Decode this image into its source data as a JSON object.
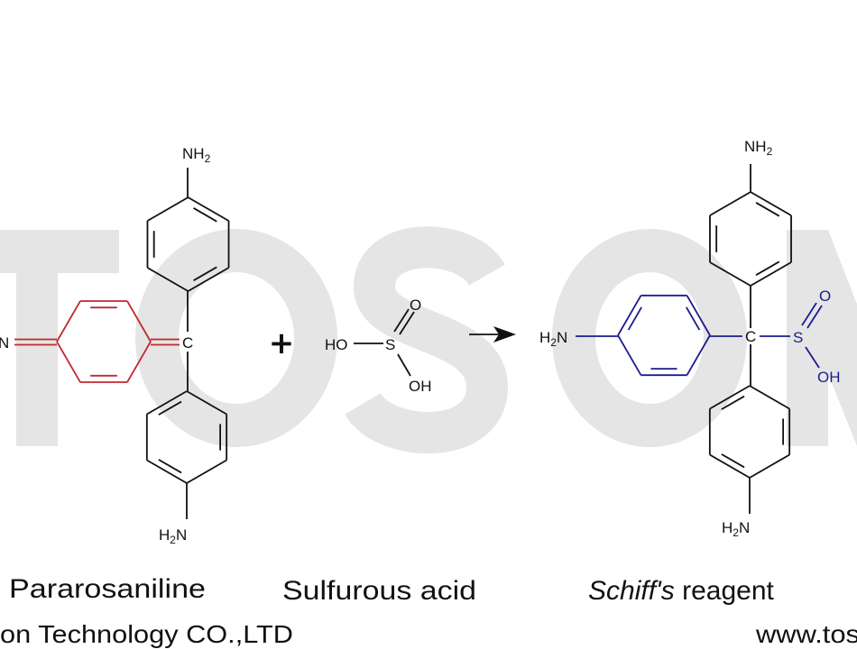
{
  "watermark": {
    "letters": [
      "T",
      "O",
      "S",
      "O",
      "N"
    ]
  },
  "colors": {
    "black": "#111111",
    "red": "#c0282d",
    "blue": "#1c1c8c",
    "watermark": "#e5e5e5"
  },
  "reactant1": {
    "name": "Pararosaniline",
    "atoms": {
      "top_amine": "NH",
      "top_amine_sub": "2",
      "bottom_amine_pre": "H",
      "bottom_amine_sub": "2",
      "bottom_amine_post": "N",
      "imine": "N",
      "center": "C"
    }
  },
  "plus": "+",
  "reactant2": {
    "name": "Sulfurous acid",
    "atoms": {
      "ho": "HO",
      "s": "S",
      "o": "O",
      "oh": "OH"
    }
  },
  "product": {
    "name_italic": "Schiff's",
    "name_rest": " reagent",
    "atoms": {
      "top_amine": "NH",
      "top_amine_sub": "2",
      "left_amine_pre": "H",
      "left_amine_sub": "2",
      "left_amine_post": "N",
      "bottom_amine_pre": "H",
      "bottom_amine_sub": "2",
      "bottom_amine_post": "N",
      "center": "C",
      "s": "S",
      "o": "O",
      "oh": "OH"
    }
  },
  "footer": {
    "company": "on Technology  CO.,LTD",
    "website": "www.tos"
  }
}
